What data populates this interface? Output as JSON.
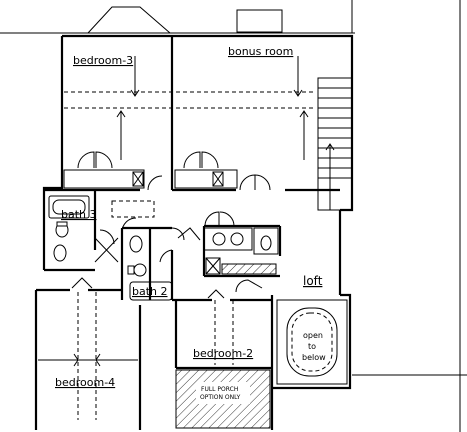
{
  "rooms": {
    "bedroom3": "bedroom-3",
    "bonus": "bonus room",
    "bath3": "bath 3",
    "bath2": "bath 2",
    "loft": "loft",
    "bedroom2": "bedroom-2",
    "bedroom4": "bedroom-4"
  },
  "notes": {
    "porch_line1": "FULL PORCH",
    "porch_line2": "OPTION ONLY",
    "open_line1": "open",
    "open_line2": "to",
    "open_line3": "below"
  }
}
